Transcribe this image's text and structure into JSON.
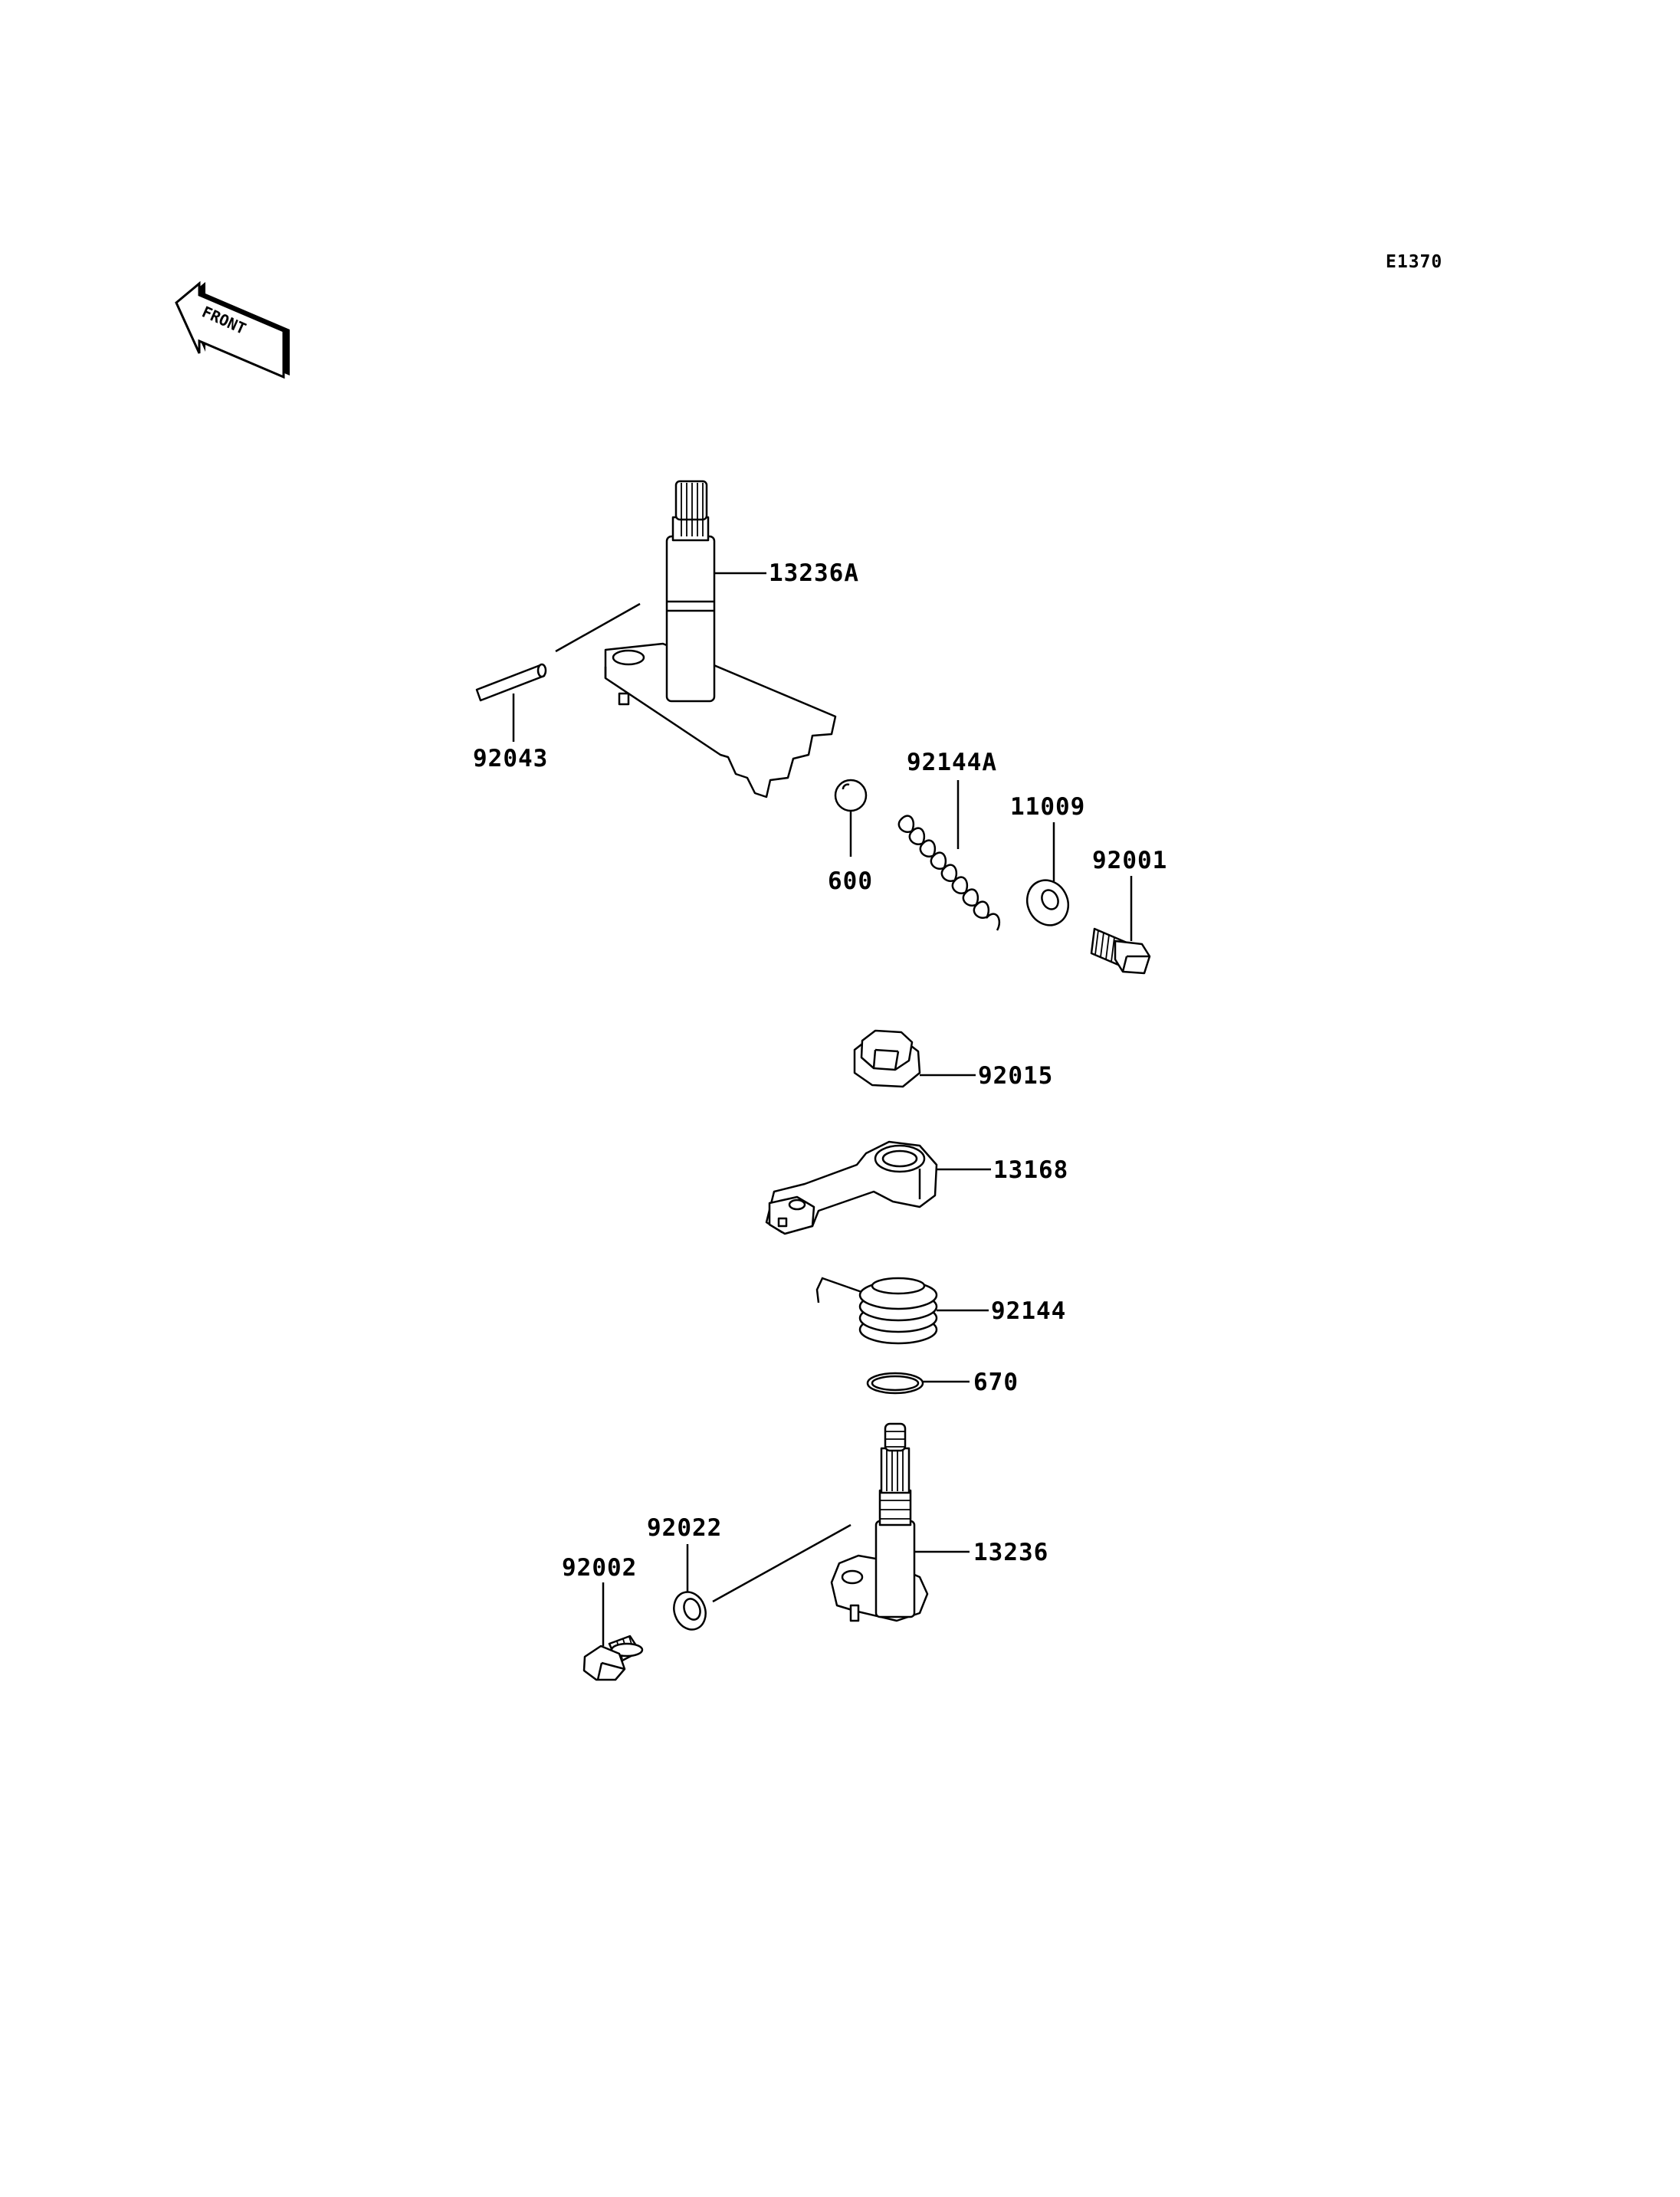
{
  "diagram_code": "E1370",
  "front_label": "FRONT",
  "parts": [
    {
      "id": "p13236a",
      "number": "13236A"
    },
    {
      "id": "p92043",
      "number": "92043"
    },
    {
      "id": "p92144a",
      "number": "92144A"
    },
    {
      "id": "p600",
      "number": "600"
    },
    {
      "id": "p11009",
      "number": "11009"
    },
    {
      "id": "p92001",
      "number": "92001"
    },
    {
      "id": "p92015",
      "number": "92015"
    },
    {
      "id": "p13168",
      "number": "13168"
    },
    {
      "id": "p92144",
      "number": "92144"
    },
    {
      "id": "p670",
      "number": "670"
    },
    {
      "id": "p92022",
      "number": "92022"
    },
    {
      "id": "p92002",
      "number": "92002"
    },
    {
      "id": "p13236",
      "number": "13236"
    }
  ]
}
